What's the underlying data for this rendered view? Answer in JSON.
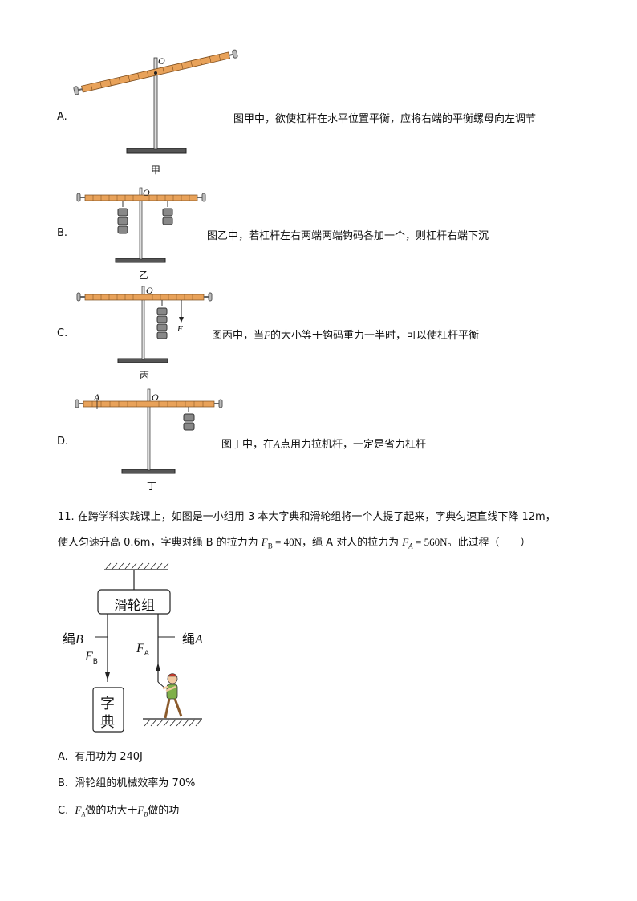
{
  "question10": {
    "options": [
      {
        "letter": "A.",
        "text": "图甲中，欲使杠杆在水平位置平衡，应将右端的平衡螺母向左调节",
        "caption": "甲",
        "pivot": "O"
      },
      {
        "letter": "B.",
        "text": "图乙中，若杠杆左右两端两端钩码各加一个，则杠杆右端下沉",
        "caption": "乙",
        "pivot": "O"
      },
      {
        "letter": "C.",
        "text_before": "图丙中，当",
        "var": "F",
        "text_after": "的大小等于钩码重力一半时，可以使杠杆平衡",
        "caption": "丙",
        "pivot": "O",
        "force": "F"
      },
      {
        "letter": "D.",
        "text_before": "图丁中，在",
        "var": "A",
        "text_after": "点用力拉机杆，一定是省力杠杆",
        "caption": "丁",
        "pivot": "O",
        "point": "A"
      }
    ]
  },
  "question11": {
    "line1": "11. 在跨学科实践课上，如图是一小组用 3 本大字典和滑轮组将一个人提了起来，字典匀速直线下降 12m，",
    "line2_a": "使人匀速升高 0.6m，字典对绳 B 的拉力为 ",
    "fb_eq": "F",
    "fb_sub": "B",
    "fb_val": " = 40N",
    "line2_b": "，绳 A 对人的拉力为 ",
    "fa_eq": "F",
    "fa_sub": "A",
    "fa_val": " = 560N",
    "line2_c": "。此过程（　　）",
    "diagram": {
      "pulley_label": "滑轮组",
      "rope_b": "绳",
      "rope_b_var": "B",
      "rope_a": "绳",
      "rope_a_var": "A",
      "force_b": "F",
      "force_b_sub": "B",
      "force_a": "F",
      "force_a_sub": "A",
      "dict_char1": "字",
      "dict_char2": "典"
    },
    "options": [
      {
        "letter": "A.",
        "text": "有用功为 240J"
      },
      {
        "letter": "B.",
        "text": "滑轮组的机械效率为 70%"
      },
      {
        "letter": "C.",
        "var1": "F",
        "sub1": "A",
        "mid": "做的功大于",
        "var2": "F",
        "sub2": "B",
        "end": "做的功"
      }
    ]
  },
  "colors": {
    "lever": "#e8a25a",
    "lever_stroke": "#7a4a1a",
    "weight": "#888888"
  }
}
